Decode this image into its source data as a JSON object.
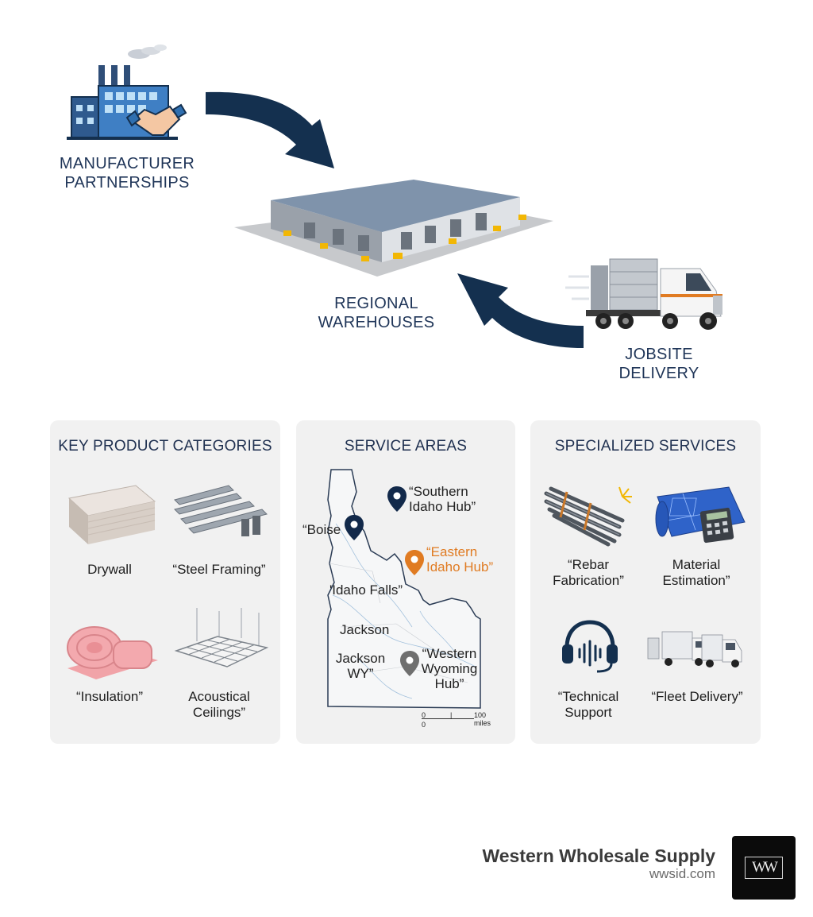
{
  "flow": {
    "manufacturer": {
      "line1": "MANUFACTURER",
      "line2": "PARTNERSHIPS"
    },
    "warehouses": {
      "line1": "REGIONAL",
      "line2": "WAREHOUSES"
    },
    "delivery": {
      "line1": "JOBSITE",
      "line2": "DELIVERY"
    }
  },
  "panels": {
    "products": {
      "title": "KEY PRODUCT CATEGORIES",
      "items": [
        {
          "line1": "Drywall",
          "line2": "",
          "icon": "drywall-icon"
        },
        {
          "line1": "“Steel Framing”",
          "line2": "",
          "icon": "steel-framing-icon"
        },
        {
          "line1": "“Insulation”",
          "line2": "",
          "icon": "insulation-icon"
        },
        {
          "line1": "Acoustical",
          "line2": "Ceilings”",
          "icon": "acoustical-ceiling-icon"
        }
      ]
    },
    "areas": {
      "title": "SERVICE AREAS",
      "labels": {
        "southern1": "“Southern",
        "southern2": "Idaho Hub”",
        "boise": "“Boise",
        "eastern1": "“Eastern",
        "eastern2": "Idaho Hub”",
        "idaho_falls": "'Idaho Falls”",
        "jackson": "Jackson",
        "jackson_wy1": "Jackson",
        "jackson_wy2": "WY”",
        "western1": "“Western",
        "western2": "Wyoming",
        "western3": "Hub”"
      },
      "scale": {
        "zero": "0",
        "mid": "|",
        "max": "100 miles",
        "zero2": "0"
      },
      "colors": {
        "pin_navy": "#12294a",
        "pin_orange": "#e07b22",
        "pin_gray": "#6f6f6f"
      }
    },
    "services": {
      "title": "SPECIALIZED SERVICES",
      "items": [
        {
          "line1": "“Rebar",
          "line2": "Fabrication”",
          "icon": "rebar-icon"
        },
        {
          "line1": "Material",
          "line2": "Estimation”",
          "icon": "blueprint-calculator-icon"
        },
        {
          "line1": "“Technical",
          "line2": "Support",
          "icon": "headset-icon"
        },
        {
          "line1": "“Fleet Delivery”",
          "line2": "",
          "icon": "fleet-trucks-icon"
        }
      ]
    }
  },
  "brand": {
    "name": "Western Wholesale Supply",
    "url": "wwsid.com",
    "logo": "WW"
  },
  "colors": {
    "navy": "#14304f",
    "accent_orange": "#e07b22",
    "panel_bg": "#f1f1f1"
  }
}
